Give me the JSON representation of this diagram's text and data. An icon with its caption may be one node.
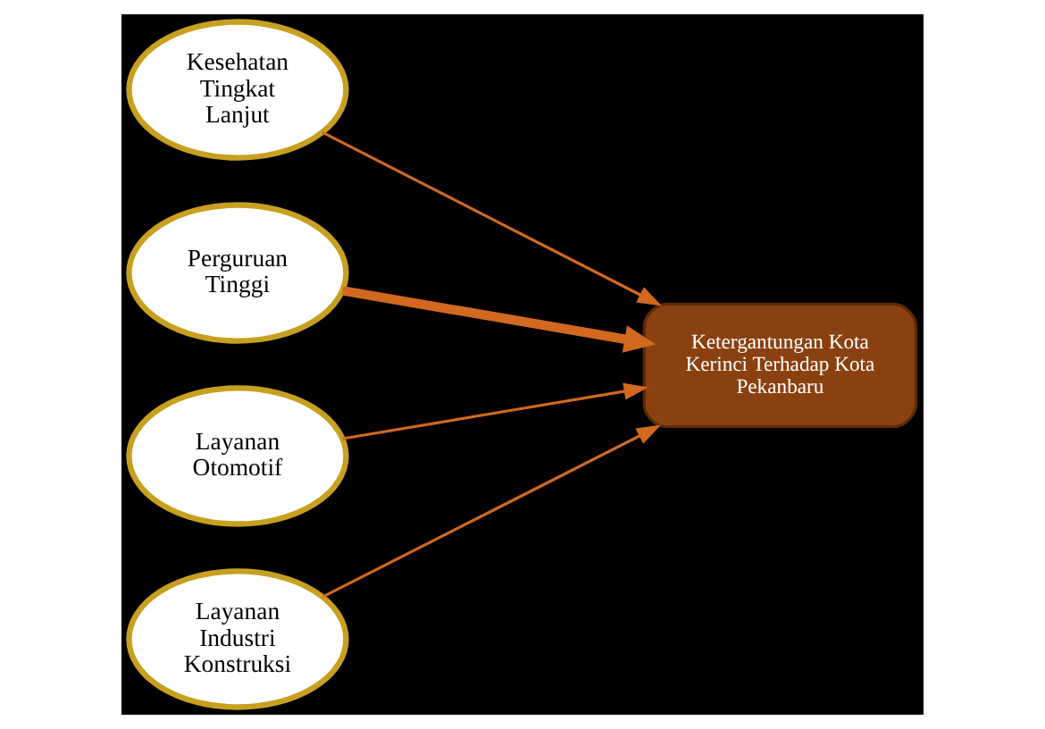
{
  "diagram": {
    "nodes": [
      {
        "text": [
          "Kesehatan Tingkat Lanjut"
        ]
      },
      {
        "text": [
          "Perguruan Tinggi"
        ]
      },
      {
        "text": [
          "Layanan Otomotif"
        ]
      },
      {
        "text": [
          "Layanan Industri Konstruksi"
        ]
      },
      {
        "text": [
          "Ketergantungan Kota Kerinci Terhadap Kota Pekanbaru"
        ]
      }
    ],
    "edges": [
      {
        "from": 0,
        "to": 4,
        "arrow": "to"
      },
      {
        "from": 1,
        "to": 4,
        "arrow": "to",
        "style": "thick"
      },
      {
        "from": 2,
        "to": 4,
        "arrow": "to"
      },
      {
        "from": 3,
        "to": 4,
        "arrow": "to"
      }
    ]
  }
}
